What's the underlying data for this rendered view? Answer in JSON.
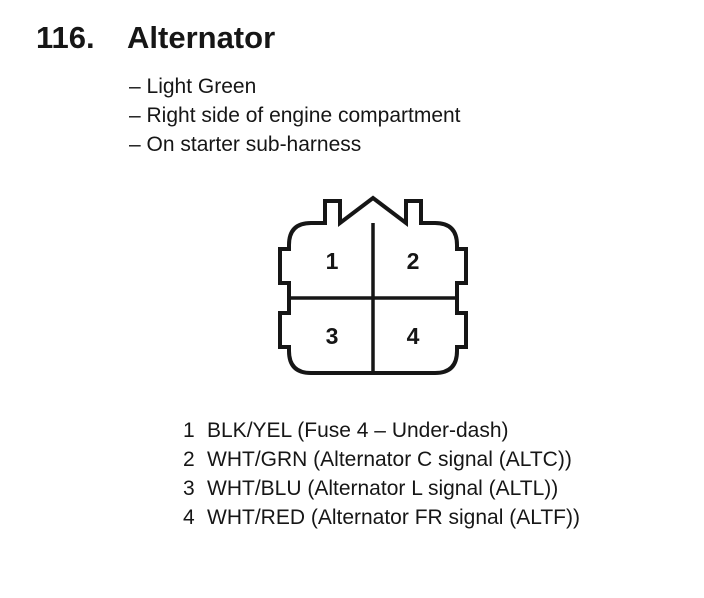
{
  "title": {
    "number": "116.",
    "text": "Alternator"
  },
  "notes": [
    "– Light Green",
    "– Right side of engine compartment",
    "– On starter sub-harness"
  ],
  "connector": {
    "pins": [
      "1",
      "2",
      "3",
      "4"
    ]
  },
  "pin_list": [
    {
      "pin": "1",
      "desc": "BLK/YEL (Fuse 4 – Under-dash)"
    },
    {
      "pin": "2",
      "desc": "WHT/GRN (Alternator C signal (ALTC))"
    },
    {
      "pin": "3",
      "desc": "WHT/BLU (Alternator L signal (ALTL))"
    },
    {
      "pin": "4",
      "desc": "WHT/RED (Alternator FR signal (ALTF))"
    }
  ],
  "colors": {
    "ink": "#161616",
    "background": "#ffffff"
  }
}
